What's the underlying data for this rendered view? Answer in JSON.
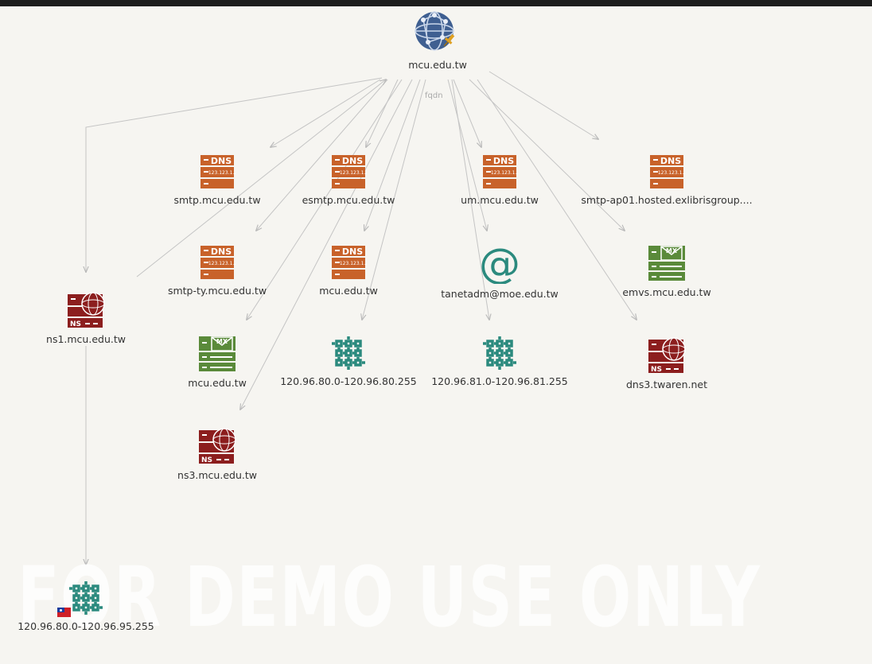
{
  "watermark": "FOR DEMO USE ONLY",
  "edge_label": "fqdn",
  "colors": {
    "dns": "#c8622a",
    "ns": "#8c1e1e",
    "mx": "#5a8a3a",
    "netblock": "#2b8a7e",
    "email": "#2b8a7e",
    "domain": "#3f5f91"
  },
  "nodes": [
    {
      "id": "root",
      "label": "mcu.edu.tw",
      "icon": "domain-globe-icon"
    },
    {
      "id": "smtp",
      "label": "smtp.mcu.edu.tw",
      "icon": "dns-server-icon"
    },
    {
      "id": "esmtp",
      "label": "esmtp.mcu.edu.tw",
      "icon": "dns-server-icon"
    },
    {
      "id": "um",
      "label": "um.mcu.edu.tw",
      "icon": "dns-server-icon"
    },
    {
      "id": "smtpap",
      "label": "smtp-ap01.hosted.exlibrisgroup....",
      "icon": "dns-server-icon"
    },
    {
      "id": "smtpty",
      "label": "smtp-ty.mcu.edu.tw",
      "icon": "dns-server-icon"
    },
    {
      "id": "mcudns",
      "label": "mcu.edu.tw",
      "icon": "dns-server-icon"
    },
    {
      "id": "tanet",
      "label": "tanetadm@moe.edu.tw",
      "icon": "at-sign-icon"
    },
    {
      "id": "emvs",
      "label": "emvs.mcu.edu.tw",
      "icon": "mx-server-icon"
    },
    {
      "id": "ns1",
      "label": "ns1.mcu.edu.tw",
      "icon": "ns-server-icon"
    },
    {
      "id": "mcumx",
      "label": "mcu.edu.tw",
      "icon": "mx-server-icon"
    },
    {
      "id": "net1",
      "label": "120.96.80.0-120.96.80.255",
      "icon": "netblock-icon"
    },
    {
      "id": "net2",
      "label": "120.96.81.0-120.96.81.255",
      "icon": "netblock-icon"
    },
    {
      "id": "dns3",
      "label": "dns3.twaren.net",
      "icon": "ns-server-icon"
    },
    {
      "id": "ns3",
      "label": "ns3.mcu.edu.tw",
      "icon": "ns-server-icon"
    },
    {
      "id": "net3",
      "label": "120.96.80.0-120.96.95.255",
      "icon": "netblock-icon"
    }
  ],
  "edges": [
    {
      "from": "root",
      "to": "smtp"
    },
    {
      "from": "root",
      "to": "esmtp"
    },
    {
      "from": "root",
      "to": "um"
    },
    {
      "from": "root",
      "to": "smtpap"
    },
    {
      "from": "root",
      "to": "smtpty"
    },
    {
      "from": "root",
      "to": "mcudns"
    },
    {
      "from": "root",
      "to": "tanet"
    },
    {
      "from": "root",
      "to": "emvs"
    },
    {
      "from": "root",
      "to": "ns1"
    },
    {
      "from": "ns1",
      "to": "root"
    },
    {
      "from": "root",
      "to": "mcumx"
    },
    {
      "from": "root",
      "to": "net1"
    },
    {
      "from": "root",
      "to": "net2"
    },
    {
      "from": "root",
      "to": "dns3"
    },
    {
      "from": "root",
      "to": "ns3"
    },
    {
      "from": "ns1",
      "to": "net3"
    }
  ],
  "flag": "taiwan-flag-icon"
}
